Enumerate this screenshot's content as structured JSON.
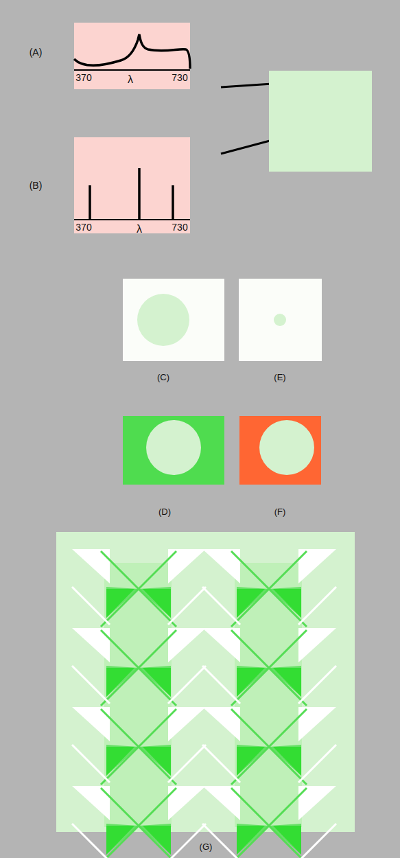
{
  "diagram": {
    "labels": [
      "(A)",
      "370",
      "λ",
      "730",
      "(B)",
      "370",
      "λ",
      "730",
      "(C)",
      "(E)",
      "(D)",
      "(F)",
      "(G)"
    ]
  }
}
